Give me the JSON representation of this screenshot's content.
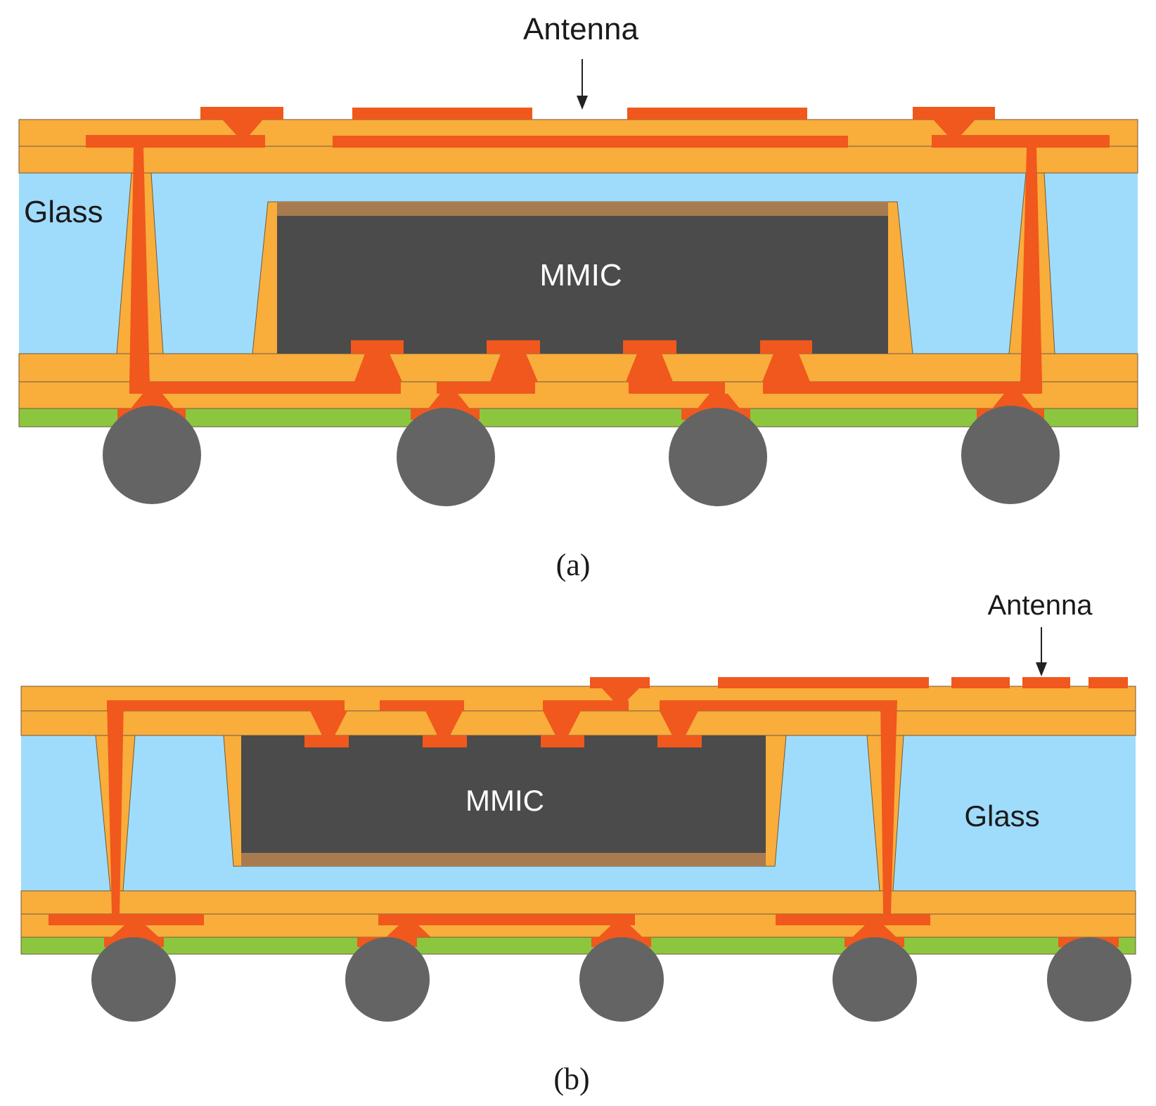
{
  "colors": {
    "dielectric": "#f9ad3b",
    "copper": "#f0581d",
    "glass": "#9fdcfc",
    "mmic": "#4b4b4b",
    "die_attach": "#a77b4f",
    "solder_mask": "#8cc63f",
    "solder_ball": "#646464",
    "line": "#6e5a3c"
  },
  "figures": [
    {
      "caption": "(a)",
      "labels": {
        "antenna": "Antenna",
        "glass": "Glass",
        "mmic": "MMIC"
      }
    },
    {
      "caption": "(b)",
      "labels": {
        "antenna": "Antenna",
        "glass": "Glass",
        "mmic": "MMIC"
      }
    }
  ]
}
